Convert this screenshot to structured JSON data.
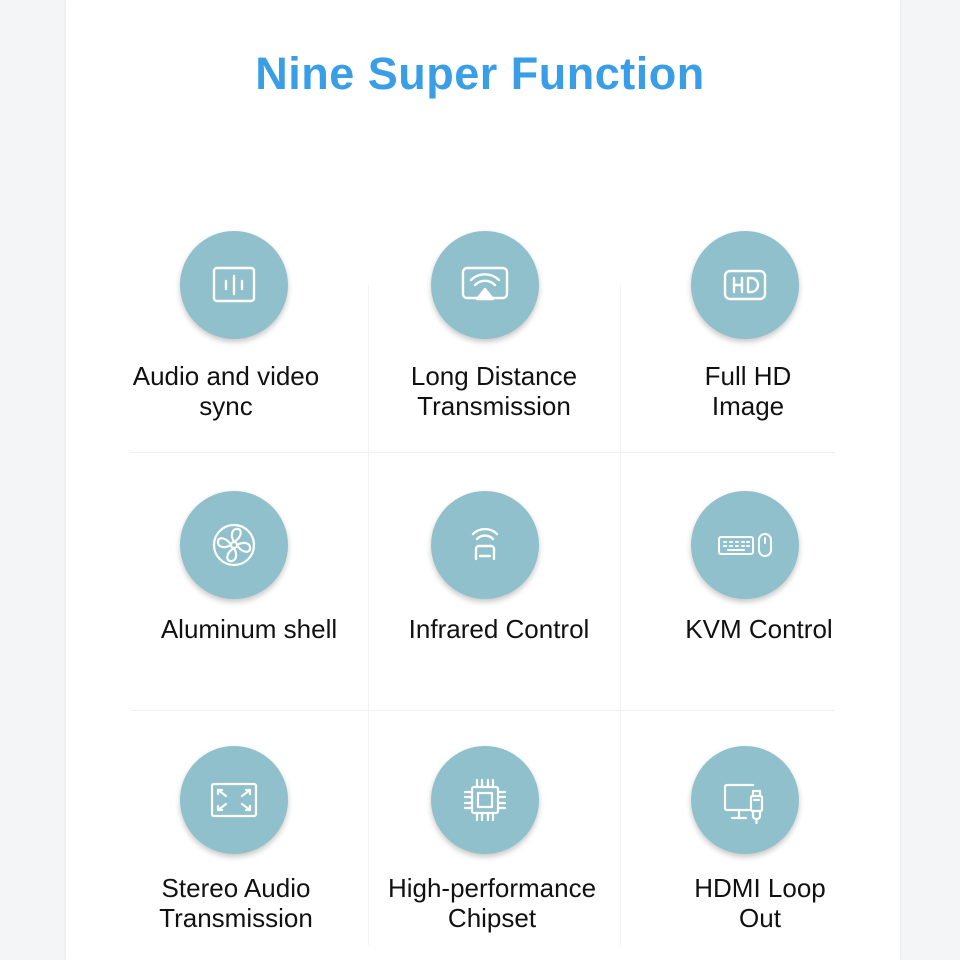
{
  "colors": {
    "title": "#3a9ee6",
    "icon_circle": "#8fc0cc",
    "icon_stroke": "#ffffff",
    "text": "#111111"
  },
  "title": "Nine Super Function",
  "features": [
    {
      "icon": "audio-video-sync-icon",
      "line1": "Audio and video",
      "line2": "sync"
    },
    {
      "icon": "long-distance-transmission-icon",
      "line1": "Long Distance",
      "line2": "Transmission"
    },
    {
      "icon": "hd-icon",
      "line1": "Full HD",
      "line2": "Image"
    },
    {
      "icon": "fan-icon",
      "line1": "Aluminum shell",
      "line2": ""
    },
    {
      "icon": "infrared-icon",
      "line1": "Infrared Control",
      "line2": ""
    },
    {
      "icon": "keyboard-mouse-icon",
      "line1": "KVM Control",
      "line2": ""
    },
    {
      "icon": "expand-screen-icon",
      "line1": "Stereo Audio",
      "line2": "Transmission"
    },
    {
      "icon": "chip-icon",
      "line1": "High-performance",
      "line2": "Chipset"
    },
    {
      "icon": "monitor-hdmi-icon",
      "line1": "HDMI Loop",
      "line2": "Out"
    }
  ]
}
